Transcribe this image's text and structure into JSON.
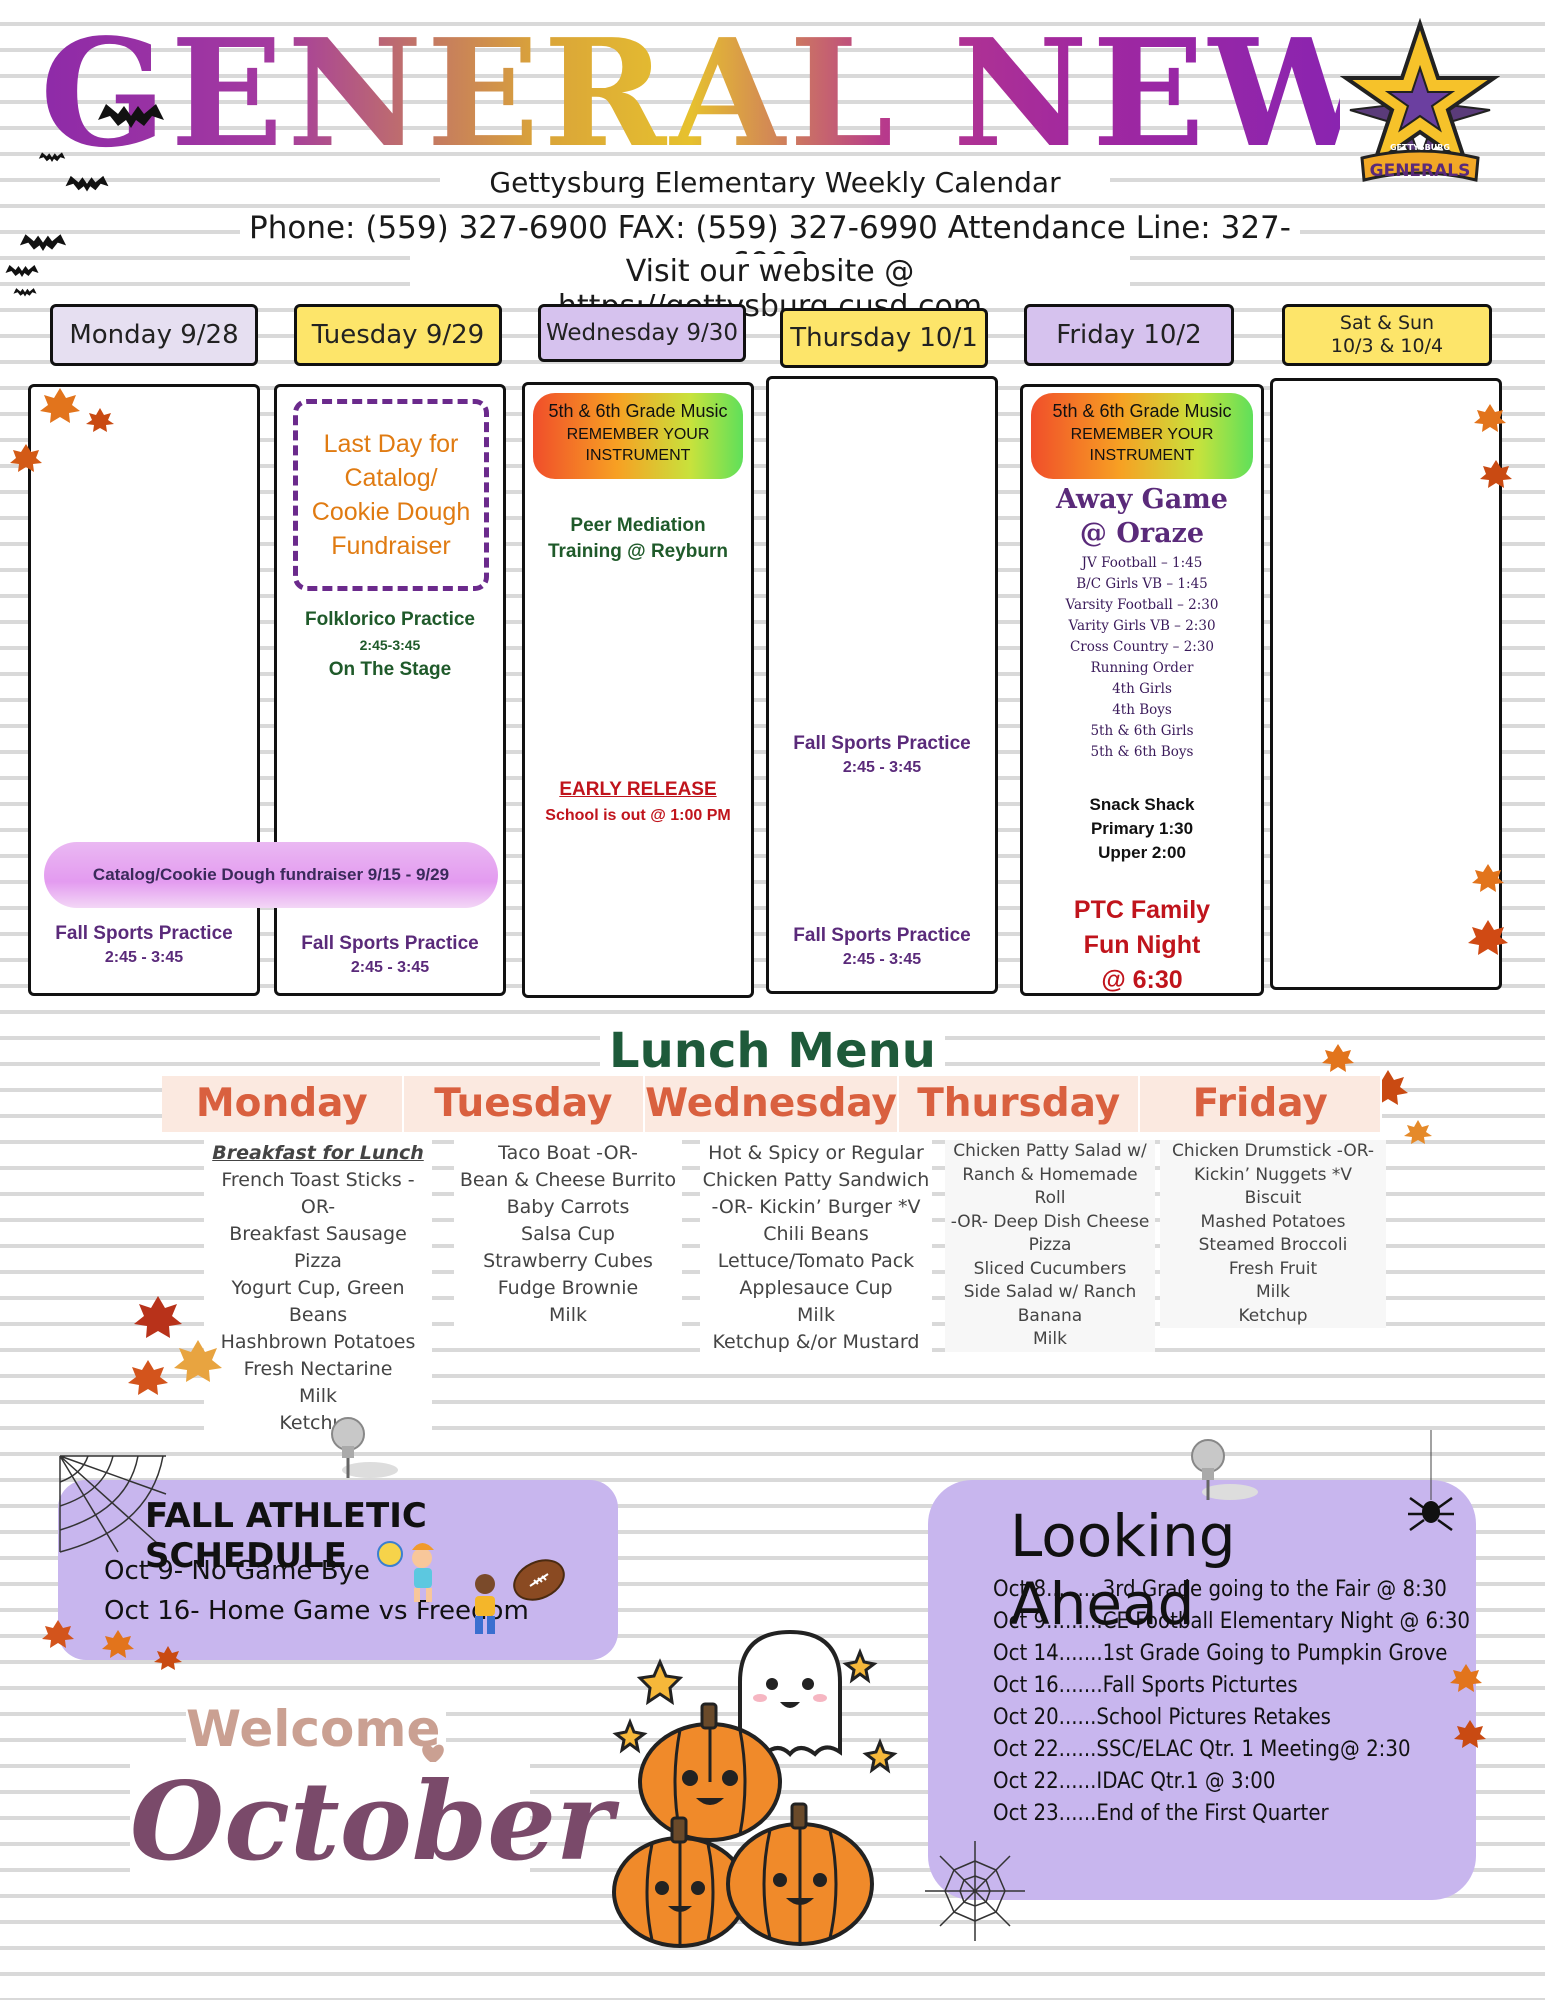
{
  "header": {
    "title": "GENERAL NEWS",
    "subtitle": "Gettysburg Elementary Weekly Calendar",
    "phone_line": "Phone: (559) 327-6900 FAX: (559) 327-6990 Attendance Line: 327-6998",
    "website_line": "Visit our website @ https://gettysburg.cusd.com",
    "logo_text_top": "GETTYSBURG",
    "logo_text_bottom": "GENERALS"
  },
  "days": {
    "monday": "Monday 9/28",
    "tuesday": "Tuesday 9/29",
    "wednesday": "Wednesday 9/30",
    "thursday": "Thursday 10/1",
    "friday": "Friday 10/2",
    "weekend_line1": "Sat & Sun",
    "weekend_line2": "10/3 & 10/4"
  },
  "events": {
    "monday": {
      "sports": "Fall Sports Practice",
      "sports_time": "2:45 - 3:45"
    },
    "tuesday": {
      "box_line1": "Last Day for",
      "box_line2": "Catalog/",
      "box_line3": "Cookie Dough",
      "box_line4": "Fundraiser",
      "folklorico": "Folklorico Practice",
      "folklorico_time": "2:45-3:45",
      "folklorico_place": "On The Stage",
      "sports": "Fall Sports Practice",
      "sports_time": "2:45 - 3:45"
    },
    "fundraiser_pill": "Catalog/Cookie Dough fundraiser 9/15 -  9/29",
    "wednesday": {
      "music_grade": "5th & 6th Grade Music",
      "music_note1": "REMEMBER YOUR",
      "music_note2": "INSTRUMENT",
      "peer_line1": "Peer Mediation",
      "peer_line2": "Training @ Reyburn",
      "early_release": "EARLY RELEASE",
      "early_note": "School is out @ 1:00 PM"
    },
    "thursday": {
      "sports_mid": "Fall Sports Practice",
      "sports_mid_time": "2:45 - 3:45",
      "sports": "Fall Sports Practice",
      "sports_time": "2:45 - 3:45"
    },
    "friday": {
      "music_grade": "5th & 6th Grade Music",
      "music_note1": "REMEMBER YOUR",
      "music_note2": "INSTRUMENT",
      "away_line1": "Away Game",
      "away_line2": "@ Oraze",
      "away_list": [
        "JV Football – 1:45",
        "B/C Girls VB – 1:45",
        "Varsity Football – 2:30",
        "Varity Girls VB – 2:30",
        "Cross Country – 2:30",
        "Running Order",
        "4th Girls",
        "4th Boys",
        "5th & 6th Girls",
        "5th & 6th Boys"
      ],
      "snack1": "Snack Shack",
      "snack2": "Primary 1:30",
      "snack3": "Upper 2:00",
      "ptc1": "PTC Family",
      "ptc2": "Fun Night",
      "ptc3": "@ 6:30"
    }
  },
  "lunch": {
    "title": "Lunch Menu",
    "days": [
      "Monday",
      "Tuesday",
      "Wednesday",
      "Thursday",
      "Friday"
    ],
    "monday_heading": "Breakfast for Lunch",
    "monday": [
      "French Toast Sticks -OR-",
      "Breakfast Sausage Pizza",
      "Yogurt Cup, Green Beans",
      "Hashbrown Potatoes",
      "Fresh Nectarine",
      "Milk",
      "Ketchup"
    ],
    "tuesday": [
      "Taco Boat -OR-",
      "Bean & Cheese Burrito",
      "Baby Carrots",
      "Salsa Cup",
      "Strawberry Cubes",
      "Fudge Brownie",
      "Milk"
    ],
    "wednesday": [
      "Hot & Spicy or Regular",
      "Chicken Patty Sandwich",
      "-OR- Kickin’ Burger *V",
      "Chili Beans",
      "Lettuce/Tomato Pack",
      "Applesauce Cup",
      "Milk",
      "Ketchup &/or Mustard"
    ],
    "thursday": [
      "Chicken Patty Salad w/",
      "Ranch & Homemade Roll",
      "-OR- Deep Dish Cheese",
      "Pizza",
      "Sliced Cucumbers",
      "Side Salad w/ Ranch",
      "Banana",
      "Milk"
    ],
    "friday": [
      "Chicken Drumstick -OR-",
      "Kickin’ Nuggets *V",
      "Biscuit",
      "Mashed Potatoes",
      "Steamed Broccoli",
      "Fresh Fruit",
      "Milk",
      "Ketchup"
    ]
  },
  "athletic": {
    "title": "FALL ATHLETIC SCHEDULE",
    "items": [
      "Oct 9- No Game Bye",
      "Oct 16- Home Game vs Freedom"
    ]
  },
  "looking_ahead": {
    "title": "Looking Ahead",
    "items": [
      "Oct 8.........3rd Grade going to the Fair @ 8:30",
      "Oct 9.........CE Football Elementary Night @ 6:30",
      "Oct 14.......1st Grade Going to Pumpkin Grove",
      "Oct 16.......Fall Sports Picturtes",
      "Oct 20......School Pictures Retakes",
      "Oct 22......SSC/ELAC Qtr. 1 Meeting@ 2:30",
      "Oct 22......IDAC Qtr.1 @ 3:00",
      "Oct 23......End of the First Quarter"
    ]
  },
  "welcome": {
    "line1": "Welcome",
    "line2": "October"
  },
  "colors": {
    "tab_purple": "#d6c2ee",
    "tab_yellow": "#fde56a",
    "panel_lavender": "#c8b6ee",
    "lunch_heading": "#d9603f",
    "lunch_title": "#1e5a3a"
  },
  "icons": [
    "star-logo-icon",
    "bat-icon",
    "maple-leaf-icon",
    "spider-web-icon",
    "spider-icon",
    "push-pin-icon",
    "pumpkin-icon",
    "ghost-icon",
    "football-icon",
    "heart-icon"
  ]
}
